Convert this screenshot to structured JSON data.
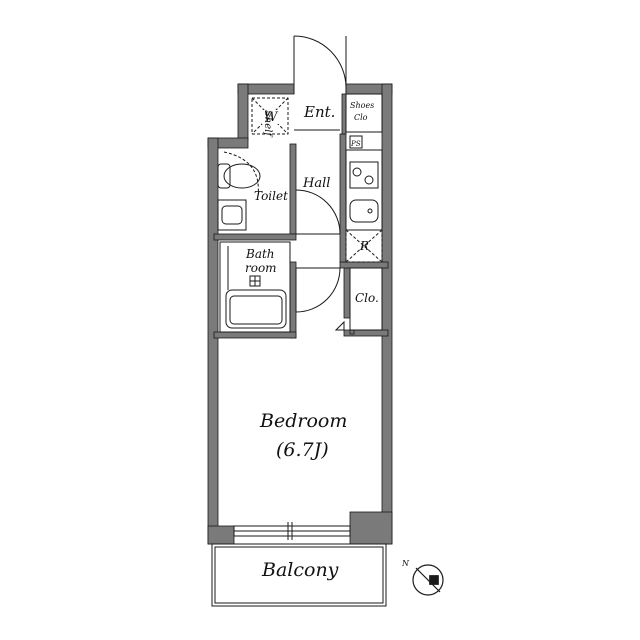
{
  "rooms": {
    "entrance": "Ent.",
    "shoes_closet_line1": "Shoes",
    "shoes_closet_line2": "Clo",
    "washer": "W",
    "shelf": "Shelf",
    "ps": "PS",
    "toilet": "Toilet",
    "hall": "Hall",
    "refrigerator": "R",
    "bath_line1": "Bath",
    "bath_line2": "room",
    "closet": "Clo.",
    "bedroom": "Bedroom",
    "bedroom_size": "(6.7J)",
    "balcony": "Balcony"
  },
  "compass": {
    "north_letter": "N"
  },
  "colors": {
    "wall": "#7a7a7a",
    "line": "#1a1a1a",
    "fixture": "#444444"
  }
}
